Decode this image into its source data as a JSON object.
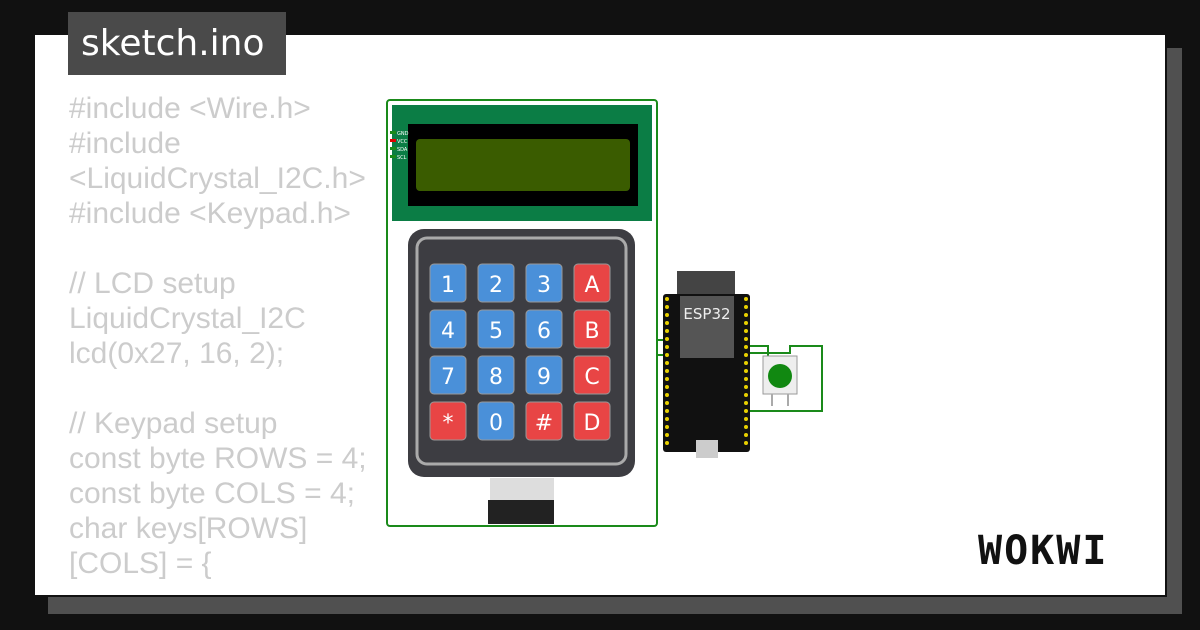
{
  "title": "sketch.ino",
  "code_lines": [
    "#include <Wire.h>",
    "#include <LiquidCrystal_I2C.h>",
    "#include <Keypad.h>",
    "",
    "// LCD setup",
    "LiquidCrystal_I2C lcd(0x27, 16, 2);",
    "",
    "// Keypad setup",
    "const byte ROWS = 4;",
    "const byte COLS = 4;",
    "char keys[ROWS][COLS] = {"
  ],
  "lcd": {
    "pins": [
      "GND",
      "VCC",
      "SDA",
      "SCL"
    ]
  },
  "keypad": {
    "keys": [
      "1",
      "2",
      "3",
      "A",
      "4",
      "5",
      "6",
      "B",
      "7",
      "8",
      "9",
      "C",
      "*",
      "0",
      "#",
      "D"
    ]
  },
  "esp32": {
    "label": "ESP32"
  },
  "brand": "WOKWI",
  "colors": {
    "wire": "#1a8a1a",
    "lcd_board": "#0b7d45",
    "lcd_screen": "#3a5c00",
    "key_blue": "#4a90d9",
    "key_red": "#e84545",
    "keypad_body": "#3d3d42"
  }
}
